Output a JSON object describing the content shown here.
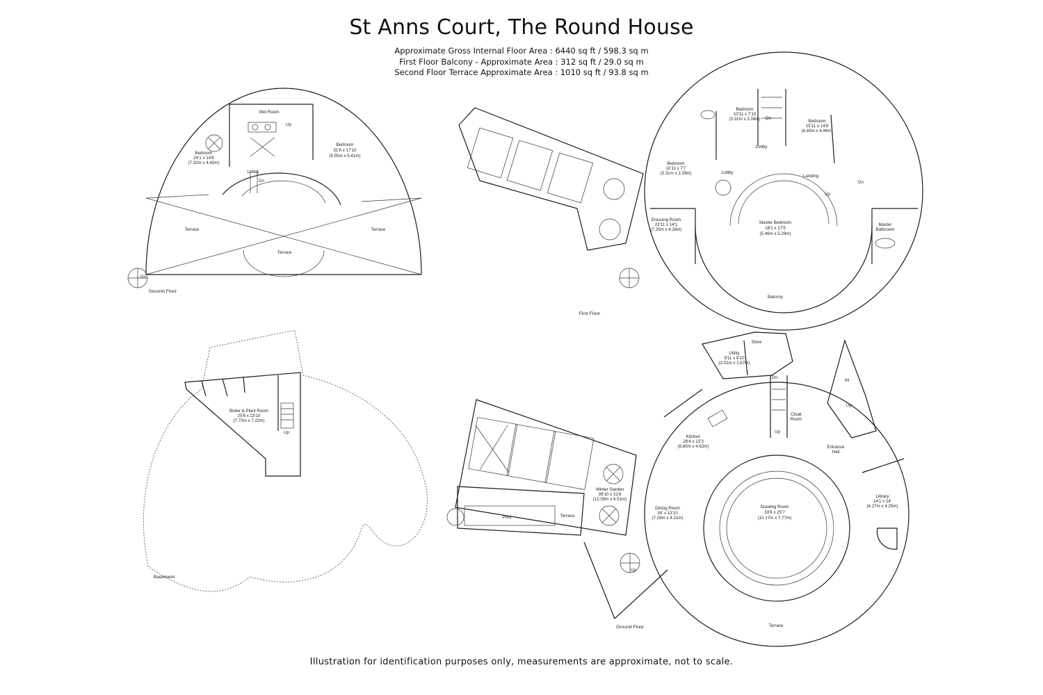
{
  "header": {
    "title": "St Anns Court, The Round House",
    "area_gross": "Approximate Gross Internal Floor Area : 6440 sq ft / 598.3 sq m",
    "area_balcony": "First Floor Balcony - Approximate Area : 312 sq ft / 29.0 sq m",
    "area_terrace": "Second Floor Terrace Approximate Area : 1010 sq ft / 93.8 sq m"
  },
  "floors": {
    "second": "Second Floor",
    "first": "First Floor",
    "basement": "Basement",
    "ground": "Ground Floor"
  },
  "rooms": {
    "sf_wet_room": "Wet Room",
    "sf_bed1_name": "Bedroom",
    "sf_bed1_dim": "24'1 x 14'6",
    "sf_bed1_metric": "(7.32m x 4.40m)",
    "sf_bed2_name": "Bedroom",
    "sf_bed2_dim": "31'6 x 17'10",
    "sf_bed2_metric": "(9.55m x 5.41m)",
    "sf_lobby": "Lobby",
    "sf_terrace_left": "Terrace",
    "sf_terrace_right": "Terrace",
    "sf_terrace_center": "Terrace",
    "ff_bed_a_name": "Bedroom",
    "ff_bed_a_dim": "10'11 x 7'10",
    "ff_bed_a_metric": "(3.31m x 2.39m)",
    "ff_bed_b_name": "Bedroom",
    "ff_bed_b_dim": "15'11 x 14'8",
    "ff_bed_b_metric": "(4.83m x 4.46m)",
    "ff_bed_c_name": "Bedroom",
    "ff_bed_c_dim": "10'11 x 7'7",
    "ff_bed_c_metric": "(3.31m x 2.29m)",
    "ff_lobby1": "Lobby",
    "ff_lobby2": "Lobby",
    "ff_landing": "Landing",
    "ff_dressing_name": "Dressing Room",
    "ff_dressing_dim": "23'11 x 14'1",
    "ff_dressing_metric": "(7.25m x 4.28m)",
    "ff_master_name": "Master Bedroom",
    "ff_master_dim": "18'1 x 17'5",
    "ff_master_metric": "(5.49m x 5.29m)",
    "ff_master_bath1": "Master",
    "ff_master_bath2": "Bathroom",
    "ff_balcony": "Balcony",
    "bs_boiler_name": "Boiler & Plant Room",
    "bs_boiler_dim": "25'6 x 23'10",
    "bs_boiler_metric": "(7.73m x 7.22m)",
    "gf_utility_name": "Utility",
    "gf_utility_dim": "9'11 x 8'10",
    "gf_utility_metric": "(3.01m x 2.67m)",
    "gf_store": "Store",
    "gf_kitchen_name": "Kitchen",
    "gf_kitchen_dim": "28'4 x 15'3",
    "gf_kitchen_metric": "(8.60m x 4.62m)",
    "gf_cloak1": "Cloak",
    "gf_cloak2": "Room",
    "gf_entrance1": "Entrance",
    "gf_entrance2": "Hall",
    "gf_winter_name": "Winter Garden",
    "gf_winter_dim": "39'10 x 21'6",
    "gf_winter_metric": "(12.09m x 6.51m)",
    "gf_dining_name": "Dining Room",
    "gf_dining_dim": "24' x 13'10",
    "gf_dining_metric": "(7.28m x 4.21m)",
    "gf_drawing_name": "Drawing Room",
    "gf_drawing_dim": "33'6 x 25'7",
    "gf_drawing_metric": "(10.17m x 7.77m)",
    "gf_library_name": "Library",
    "gf_library_dim": "14'1 x 14'",
    "gf_library_metric": "(4.27m x 4.25m)",
    "gf_pool": "Pool",
    "gf_terrace_small": "Terrace",
    "gf_terrace": "Terrace",
    "gf_in": "IN"
  },
  "stairs": {
    "up": "Up",
    "dn": "Dn"
  },
  "footer": {
    "disclaimer": "Illustration for identification purposes only, measurements are approximate, not to scale."
  }
}
